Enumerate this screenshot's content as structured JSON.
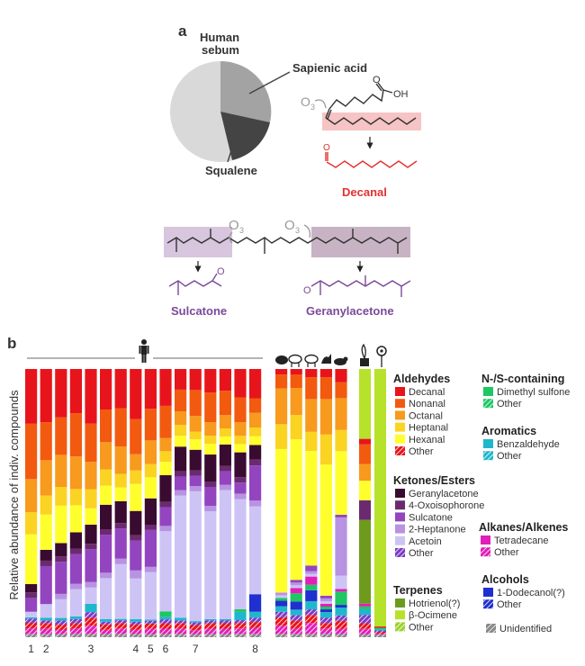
{
  "panel_a": {
    "letter": "a",
    "pie_title_1": "Human",
    "pie_title_2": "sebum",
    "pie_label_sapienic": "Sapienic acid",
    "pie_label_squalene": "Squalene",
    "ozone": "O",
    "ozone_sub": "3",
    "acid_group": "OH",
    "carbonyl_o": "O",
    "product_decanal": "Decanal",
    "product_sulcatone": "Sulcatone",
    "product_geranylacetone": "Geranylacetone",
    "colors": {
      "decanal": "#e53030",
      "ketone": "#7a4a9a",
      "highlight_red": "#f6c4c4",
      "highlight_purple": "#d7c6de",
      "highlight_purple_dark": "#c8b3c4"
    }
  },
  "panel_b": {
    "letter": "b",
    "ylabel": "Relative abundance of indiv. compounds",
    "human_ticks": [
      {
        "bar": 1,
        "label": "1"
      },
      {
        "bar": 2,
        "label": "2"
      },
      {
        "bar": 5,
        "label": "3"
      },
      {
        "bar": 8,
        "label": "4"
      },
      {
        "bar": 9,
        "label": "5"
      },
      {
        "bar": 10,
        "label": "6"
      },
      {
        "bar": 12,
        "label": "7"
      },
      {
        "bar": 16,
        "label": "8"
      }
    ]
  },
  "legend": [
    {
      "title": "Aldehydes",
      "items": [
        {
          "label": "Decanal",
          "color": "#e8141b"
        },
        {
          "label": "Nonanal",
          "color": "#f25a10"
        },
        {
          "label": "Octanal",
          "color": "#f79a1e"
        },
        {
          "label": "Heptanal",
          "color": "#fbd323"
        },
        {
          "label": "Hexanal",
          "color": "#ffff2e"
        },
        {
          "label": "Other",
          "color": "#e8141b",
          "hatch": true
        }
      ]
    },
    {
      "title": "Ketones/Esters",
      "items": [
        {
          "label": "Geranylacetone",
          "color": "#3a0b30"
        },
        {
          "label": "4-Oxoisophorone",
          "color": "#6b2a6f"
        },
        {
          "label": "Sulcatone",
          "color": "#9345c0"
        },
        {
          "label": "2-Heptanone",
          "color": "#b893e2"
        },
        {
          "label": "Acetoin",
          "color": "#cdc4f5"
        },
        {
          "label": "Other",
          "color": "#7a3cc9",
          "hatch": true
        }
      ]
    },
    {
      "title": "Terpenes",
      "items": [
        {
          "label": "Hotrienol(?)",
          "color": "#6e9a1e"
        },
        {
          "label": "β-Ocimene",
          "color": "#b7e22c"
        },
        {
          "label": "Other",
          "color": "#9bd22a",
          "hatch": true
        }
      ]
    },
    {
      "title": "N-/S-containing",
      "items": [
        {
          "label": "Dimethyl sulfone",
          "color": "#1ec664"
        },
        {
          "label": "Other",
          "color": "#1ec664",
          "hatch": true
        }
      ]
    },
    {
      "title": "Aromatics",
      "items": [
        {
          "label": "Benzaldehyde",
          "color": "#1fb7cc"
        },
        {
          "label": "Other",
          "color": "#1fb7cc",
          "hatch": true
        }
      ]
    },
    {
      "title": "Alkanes/Alkenes",
      "items": [
        {
          "label": "Tetradecane",
          "color": "#e21fb8"
        },
        {
          "label": "Other",
          "color": "#e21fb8",
          "hatch": true
        }
      ]
    },
    {
      "title": "Alcohols",
      "items": [
        {
          "label": "1-Dodecanol(?)",
          "color": "#1f2fd0"
        },
        {
          "label": "Other",
          "color": "#1f2fd0",
          "hatch": true
        }
      ]
    },
    {
      "title": "",
      "items": [
        {
          "label": "Unidentified",
          "color": "#888888",
          "hatch": true
        }
      ]
    }
  ],
  "chart_data": {
    "type": "bar",
    "stacked": true,
    "ylabel": "Relative abundance of indiv. compounds",
    "ylim": [
      0,
      1
    ],
    "categories": [
      "1",
      "",
      "",
      "",
      "3",
      "",
      "",
      "4",
      "5",
      "6",
      "",
      "7",
      "",
      "",
      "",
      "8",
      "",
      "",
      "",
      "",
      "",
      "",
      "",
      "",
      ""
    ],
    "groups": [
      {
        "icon": "human-icon",
        "bars": 16
      },
      {
        "icon": "animal-icons",
        "bars": 5
      },
      {
        "icon": "plant-icons",
        "bars": 2
      }
    ],
    "series": [
      {
        "name": "Unidentified",
        "color": "#888888",
        "hatch": true,
        "values": [
          0.012,
          0.012,
          0.012,
          0.012,
          0.012,
          0.012,
          0.012,
          0.012,
          0.012,
          0.012,
          0.012,
          0.012,
          0.012,
          0.012,
          0.012,
          0.012,
          0.012,
          0.012,
          0.012,
          0.012,
          0.012,
          0.01,
          0.01
        ]
      },
      {
        "name": "Other (Alkanes/Alkenes)",
        "color": "#e21fb8",
        "hatch": true,
        "values": [
          0.02,
          0.02,
          0.015,
          0.02,
          0.03,
          0.015,
          0.02,
          0.015,
          0.02,
          0.02,
          0.02,
          0.015,
          0.02,
          0.02,
          0.02,
          0.02,
          0.03,
          0.02,
          0.04,
          0.02,
          0.02,
          0.02,
          0.005
        ]
      },
      {
        "name": "Other (Aldehydes)",
        "color": "#e8141b",
        "hatch": true,
        "values": [
          0.02,
          0.02,
          0.02,
          0.02,
          0.03,
          0.02,
          0.02,
          0.02,
          0.02,
          0.02,
          0.02,
          0.02,
          0.02,
          0.02,
          0.02,
          0.02,
          0.03,
          0.03,
          0.03,
          0.02,
          0.03,
          0.02,
          0.005
        ]
      },
      {
        "name": "Other (Ketones/Esters)",
        "color": "#7a3cc9",
        "hatch": true,
        "values": [
          0.015,
          0.01,
          0.015,
          0.015,
          0.02,
          0.01,
          0.01,
          0.01,
          0.01,
          0.015,
          0.01,
          0.01,
          0.01,
          0.01,
          0.01,
          0.015,
          0.02,
          0.02,
          0.02,
          0.02,
          0.02,
          0.03,
          0.005
        ]
      },
      {
        "name": "Benzaldehyde",
        "color": "#1fb7cc",
        "values": [
          0.005,
          0.01,
          0.01,
          0.01,
          0.03,
          0.01,
          0.005,
          0.01,
          0.005,
          0.01,
          0.01,
          0.005,
          0.005,
          0.005,
          0.03,
          0.02,
          0.02,
          0.02,
          0.03,
          0.02,
          0.03,
          0.02,
          0.005
        ]
      },
      {
        "name": "1-Dodecanol(?)",
        "color": "#1f2fd0",
        "values": [
          0,
          0,
          0,
          0,
          0,
          0,
          0,
          0,
          0,
          0,
          0,
          0,
          0,
          0,
          0,
          0.06,
          0.02,
          0.03,
          0.04,
          0.01,
          0.01,
          0,
          0
        ]
      },
      {
        "name": "Dimethyl sulfone",
        "color": "#1ec664",
        "values": [
          0,
          0,
          0,
          0,
          0,
          0,
          0,
          0,
          0,
          0.02,
          0,
          0,
          0,
          0,
          0.01,
          0,
          0.01,
          0.03,
          0.02,
          0.01,
          0.05,
          0.01,
          0.005
        ]
      },
      {
        "name": "Tetradecane",
        "color": "#e21fb8",
        "values": [
          0,
          0,
          0,
          0,
          0,
          0,
          0,
          0,
          0,
          0,
          0,
          0,
          0,
          0,
          0,
          0,
          0,
          0.02,
          0.03,
          0.01,
          0.01,
          0.01,
          0
        ]
      },
      {
        "name": "Hotrienol(?)",
        "color": "#6e9a1e",
        "values": [
          0,
          0,
          0,
          0,
          0,
          0,
          0,
          0,
          0,
          0,
          0,
          0,
          0,
          0,
          0,
          0,
          0,
          0,
          0,
          0,
          0,
          0.3,
          0
        ]
      },
      {
        "name": "Acetoin",
        "color": "#cdc4f5",
        "values": [
          0.02,
          0.05,
          0.07,
          0.1,
          0.06,
          0.15,
          0.2,
          0.15,
          0.18,
          0.3,
          0.45,
          0.5,
          0.4,
          0.48,
          0.4,
          0.3,
          0.01,
          0.01,
          0.01,
          0.01,
          0.05,
          0,
          0
        ]
      },
      {
        "name": "2-Heptanone",
        "color": "#b893e2",
        "values": [
          0,
          0,
          0.02,
          0.02,
          0.02,
          0.02,
          0.02,
          0.03,
          0.02,
          0.02,
          0.02,
          0.02,
          0.02,
          0.02,
          0.02,
          0.02,
          0.01,
          0.01,
          0.01,
          0.01,
          0.22,
          0,
          0
        ]
      },
      {
        "name": "Sulcatone",
        "color": "#9345c0",
        "values": [
          0.05,
          0.14,
          0.12,
          0.11,
          0.12,
          0.14,
          0.11,
          0.11,
          0.14,
          0.07,
          0.05,
          0.04,
          0.07,
          0.05,
          0.04,
          0.12,
          0,
          0.01,
          0.02,
          0.01,
          0.01,
          0,
          0
        ]
      },
      {
        "name": "4-Oxoisophorone",
        "color": "#6b2a6f",
        "values": [
          0.02,
          0.02,
          0.02,
          0.02,
          0.02,
          0.02,
          0.02,
          0.02,
          0.02,
          0.02,
          0.02,
          0.02,
          0.02,
          0.02,
          0.02,
          0.02,
          0,
          0,
          0,
          0,
          0,
          0.07,
          0
        ]
      },
      {
        "name": "Geranylacetone",
        "color": "#3a0b30",
        "values": [
          0.03,
          0.04,
          0.05,
          0.06,
          0.07,
          0.09,
          0.08,
          0.09,
          0.1,
          0.1,
          0.09,
          0.08,
          0.1,
          0.08,
          0.09,
          0.05,
          0,
          0,
          0,
          0,
          0,
          0,
          0
        ]
      },
      {
        "name": "Hexanal",
        "color": "#ffff2e",
        "values": [
          0.18,
          0.13,
          0.14,
          0.1,
          0.06,
          0.07,
          0.05,
          0.1,
          0.08,
          0.05,
          0.04,
          0.04,
          0.04,
          0.03,
          0.03,
          0.03,
          0.52,
          0.52,
          0.42,
          0.48,
          0.24,
          0.07,
          0
        ]
      },
      {
        "name": "Heptanal",
        "color": "#fbd323",
        "values": [
          0.08,
          0.07,
          0.07,
          0.06,
          0.07,
          0.06,
          0.05,
          0.05,
          0.05,
          0.04,
          0.04,
          0.03,
          0.03,
          0.03,
          0.03,
          0.03,
          0.09,
          0.09,
          0.07,
          0.11,
          0.08,
          0,
          0
        ]
      },
      {
        "name": "Octanal",
        "color": "#f79a1e",
        "values": [
          0.12,
          0.13,
          0.12,
          0.12,
          0.1,
          0.1,
          0.1,
          0.06,
          0.09,
          0.05,
          0.05,
          0.06,
          0.05,
          0.05,
          0.05,
          0.05,
          0.13,
          0.1,
          0.12,
          0.13,
          0.12,
          0.06,
          0
        ]
      },
      {
        "name": "Nonanal",
        "color": "#f25a10",
        "values": [
          0.2,
          0.14,
          0.14,
          0.16,
          0.14,
          0.12,
          0.14,
          0.13,
          0.12,
          0.12,
          0.08,
          0.1,
          0.11,
          0.09,
          0.09,
          0.05,
          0.05,
          0.05,
          0.08,
          0.08,
          0.06,
          0.07,
          0
        ]
      },
      {
        "name": "Decanal",
        "color": "#e8141b",
        "values": [
          0.198,
          0.196,
          0.181,
          0.163,
          0.2,
          0.149,
          0.143,
          0.185,
          0.151,
          0.138,
          0.076,
          0.081,
          0.087,
          0.081,
          0.103,
          0.1,
          0.02,
          0.02,
          0.03,
          0.03,
          0.05,
          0.02,
          0.005
        ]
      },
      {
        "name": "β-Ocimene",
        "color": "#b7e22c",
        "values": [
          0,
          0,
          0,
          0,
          0,
          0,
          0,
          0,
          0,
          0,
          0,
          0,
          0,
          0,
          0,
          0,
          0,
          0,
          0,
          0,
          0,
          0.25,
          0.96
        ]
      }
    ]
  }
}
